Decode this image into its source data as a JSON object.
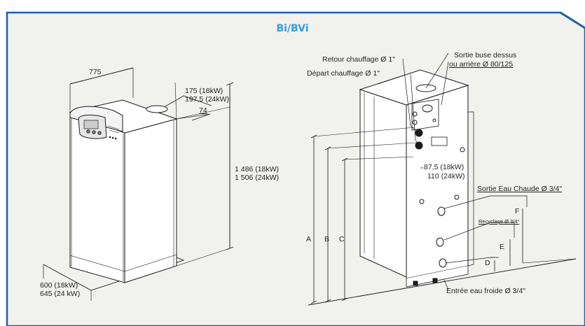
{
  "title": "Bi/BVi",
  "colors": {
    "frame_border": "#1f5fa8",
    "frame_fill": "#f1f1ee",
    "title": "#3a9bd5",
    "line": "#1a1a1a"
  },
  "left_view": {
    "width": "775",
    "flue_offset": [
      "175 (18kW)",
      "197,5 (24kW)"
    ],
    "flue_small": "74",
    "height": [
      "1 486 (18kW)",
      "1 506 (24kW)"
    ],
    "depth": [
      "600 (18kW)",
      "645 (24 kW)"
    ]
  },
  "right_view": {
    "retour": "Retour chauffage Ø 1\"",
    "depart": "Départ chauffage Ø 1\"",
    "sortie_buse": [
      "Sortie buse dessus",
      "ou arrière Ø 80/125"
    ],
    "offset": [
      "87,5 (18kW)",
      "110 (24kW)"
    ],
    "eau_chaude": "Sortie Eau Chaude Ø 3/4\"",
    "recyclage": "Recyclage Ø 3/4\"",
    "eau_froide": "Entrée eau froide Ø 3/4\"",
    "letters": {
      "A": "A",
      "B": "B",
      "C": "C",
      "D": "D",
      "E": "E",
      "F": "F"
    }
  }
}
